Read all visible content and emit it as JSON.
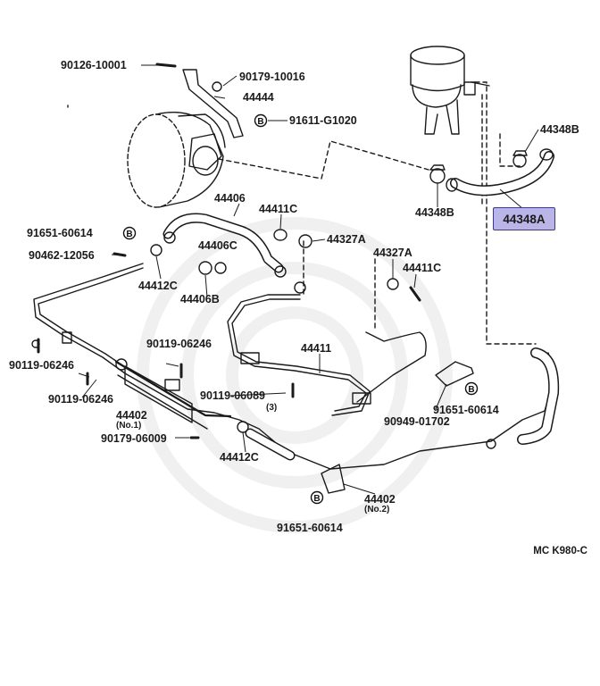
{
  "diagram": {
    "labels": {
      "p90126_10001": "90126-10001",
      "p90179_10016": "90179-10016",
      "p44444": "44444",
      "p91611_G1020": "91611-G1020",
      "p44348B_top": "44348B",
      "p44348B_mid": "44348B",
      "p44348A": "44348A",
      "p44406": "44406",
      "p44411C_top": "44411C",
      "p91651_60614_left": "91651-60614",
      "p90462_12056": "90462-12056",
      "p44406C": "44406C",
      "p44327A_top": "44327A",
      "p44327A_mid": "44327A",
      "p44411C_mid": "44411C",
      "p44412C_top": "44412C",
      "p44406B": "44406B",
      "p44411": "44411",
      "p90119_06246_a": "90119-06246",
      "p90119_06246_b": "90119-06246",
      "p90119_06246_c": "90119-06246",
      "p90119_06089": "90119-06089",
      "p90119_06089_qty": "(3)",
      "p44402_no1": "44402",
      "p44402_no1_sub": "(No.1)",
      "p90179_06009": "90179-06009",
      "p44412C_bottom": "44412C",
      "p91651_60614_right": "91651-60614",
      "p90949_01702": "90949-01702",
      "p44402_no2": "44402",
      "p44402_no2_sub": "(No.2)",
      "p91651_60614_bottom": "91651-60614"
    },
    "bolt_marker": "B",
    "figure_code": "MC K980-C",
    "highlight_color": "#b9b5e6",
    "highlight_border": "#3d3a8c"
  }
}
